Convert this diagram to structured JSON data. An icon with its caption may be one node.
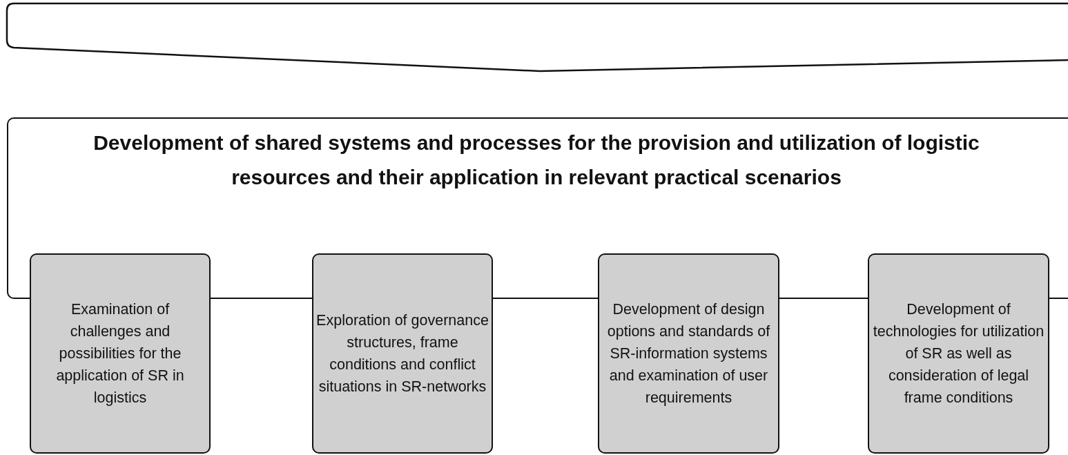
{
  "diagram": {
    "nodes": [
      {
        "text": [],
        "shape": "chevron"
      },
      {
        "text": [
          "Development of shared systems and processes for the provision and utilization of logistic resources and their application in relevant practical scenarios"
        ]
      },
      {
        "text": [
          "Examination of challenges and possibilities for the application of SR in logistics"
        ]
      },
      {
        "text": [
          "Exploration of governance structures, frame conditions and conflict situations in SR-networks"
        ]
      },
      {
        "text": [
          "Development of design options and standards of SR-information systems and examination of user requirements"
        ]
      },
      {
        "text": [
          "Development of technologies for utilization of SR as well as consideration of legal frame conditions"
        ]
      }
    ]
  }
}
